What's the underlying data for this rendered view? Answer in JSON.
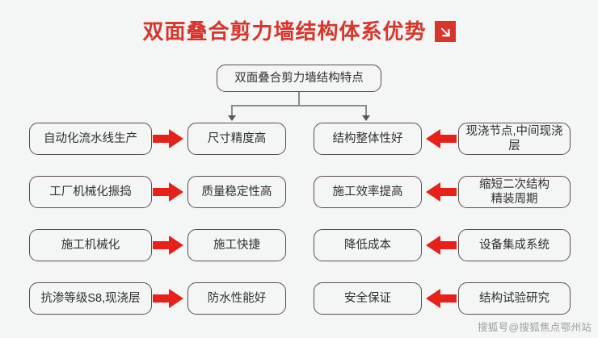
{
  "header": {
    "title": "双面叠合剪力墙结构体系优势",
    "badge_icon": "arrow-down-right-icon",
    "title_color": "#d8352c"
  },
  "diagram": {
    "root": {
      "label": "双面叠合剪力墙结构特点"
    },
    "arrow_color": "#e8201a",
    "box_border_color": "#5a4f4b",
    "connector_color": "#8b8b8b",
    "rows": [
      {
        "left_cause": "自动化流水线生产",
        "left_effect": "尺寸精度高",
        "right_effect": "结构整体性好",
        "right_cause": "现浇节点,中间现浇层"
      },
      {
        "left_cause": "工厂机械化振捣",
        "left_effect": "质量稳定性高",
        "right_effect": "施工效率提高",
        "right_cause": "缩短二次结构\n精装周期"
      },
      {
        "left_cause": "施工机械化",
        "left_effect": "施工快捷",
        "right_effect": "降低成本",
        "right_cause": "设备集成系统"
      },
      {
        "left_cause": "抗渗等级S8,现浇层",
        "left_effect": "防水性能好",
        "right_effect": "安全保证",
        "right_cause": "结构试验研究"
      }
    ]
  },
  "footer": {
    "watermark": "搜狐号@搜狐焦点鄂州站"
  }
}
